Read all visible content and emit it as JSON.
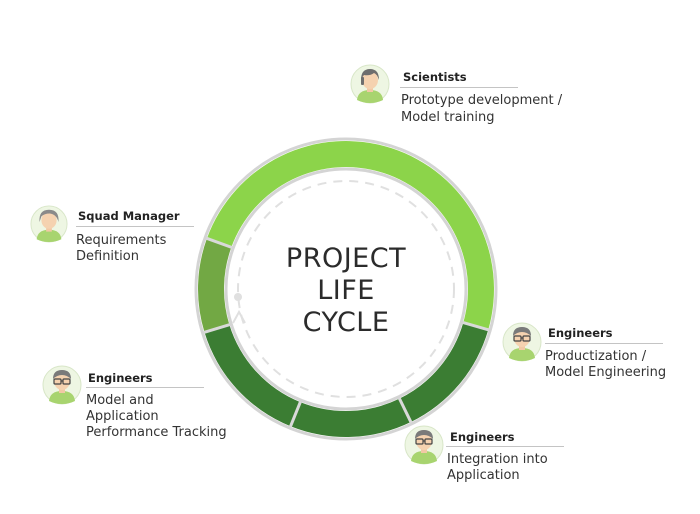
{
  "center": {
    "lines": [
      "PROJECT",
      "LIFE",
      "CYCLE"
    ]
  },
  "colors": {
    "light_green": "#8cd44a",
    "mid_green": "#72a844",
    "dark_green": "#3b7d33",
    "ring_border": "#d4d4d4",
    "dash": "#e0e0e0"
  },
  "roles": [
    {
      "icon": "scientist-avatar-icon",
      "title": "Scientists",
      "description": [
        "Prototype development /",
        "Model training"
      ]
    },
    {
      "icon": "squad-manager-avatar-icon",
      "title": "Squad Manager",
      "description": [
        "Requirements",
        "Definition"
      ]
    },
    {
      "icon": "engineer-avatar-icon",
      "title": "Engineers",
      "description": [
        "Productization /",
        "Model Engineering"
      ]
    },
    {
      "icon": "engineer-avatar-icon",
      "title": "Engineers",
      "description": [
        "Model and",
        "Application",
        "Performance Tracking"
      ]
    },
    {
      "icon": "engineer-avatar-icon",
      "title": "Engineers",
      "description": [
        "Integration into",
        "Application"
      ]
    }
  ]
}
